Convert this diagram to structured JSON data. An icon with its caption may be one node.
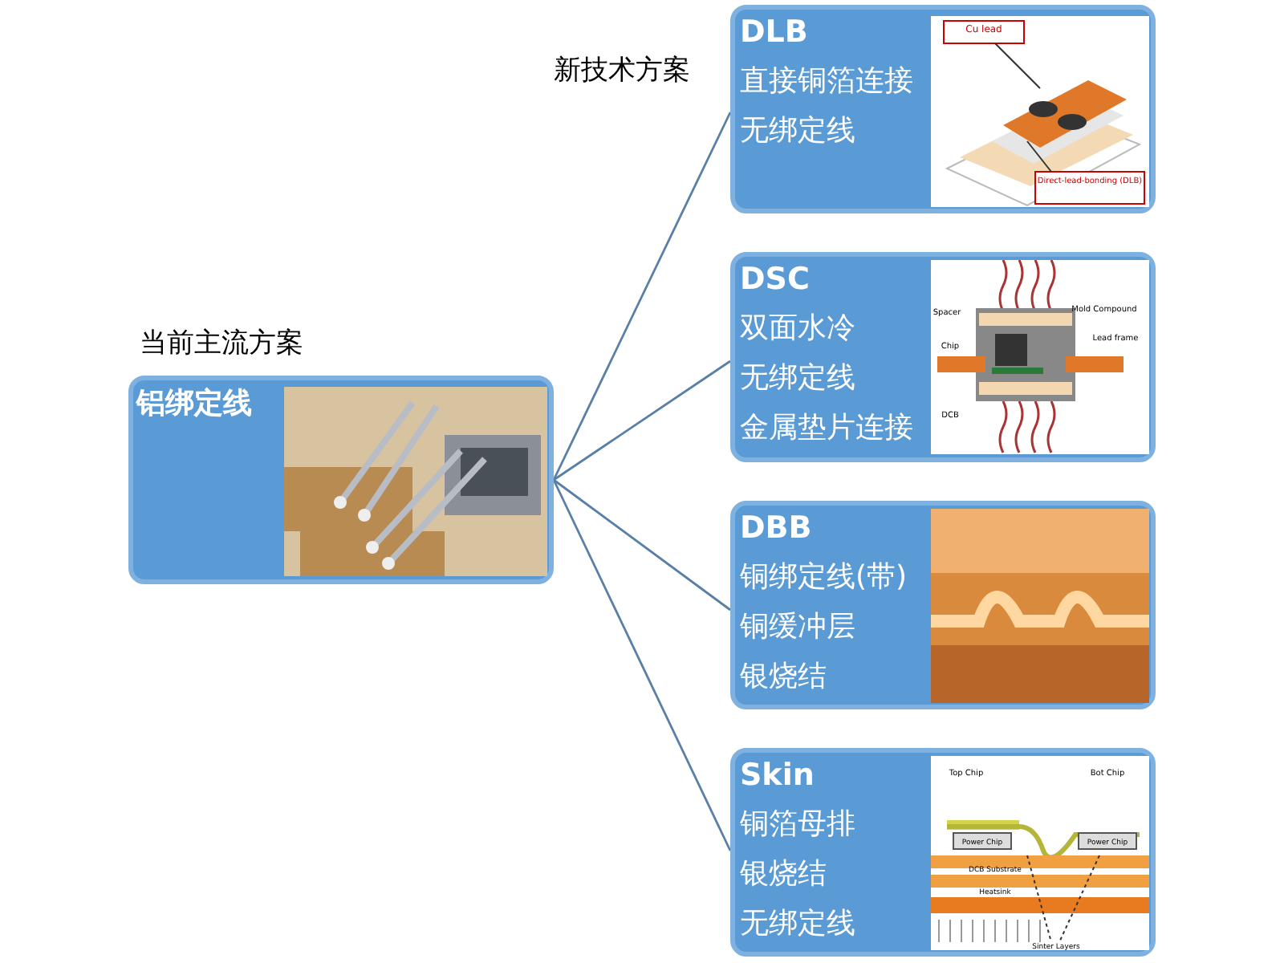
{
  "diagram": {
    "nodes": [
      {
        "text": [
          "当前主流方案",
          "铝绑定线"
        ]
      },
      {
        "text": [
          "DLB",
          "直接铜箔连接",
          "无绑定线"
        ]
      },
      {
        "text": [
          "DSC",
          "双面水冷",
          "无绑定线",
          "金属垫片连接"
        ]
      },
      {
        "text": [
          "DBB",
          "铜绑定线(带)",
          "铜缓冲层",
          "银烧结"
        ]
      },
      {
        "text": [
          "Skin",
          "铜箔母排",
          "银烧结",
          "无绑定线"
        ]
      }
    ],
    "edges": [
      {
        "from": 0,
        "to": 1,
        "arrow": "none"
      },
      {
        "from": 0,
        "to": 2,
        "arrow": "none"
      },
      {
        "from": 0,
        "to": 3,
        "arrow": "none"
      },
      {
        "from": 0,
        "to": 4,
        "arrow": "none"
      }
    ],
    "labels": [
      "新技术方案",
      "Cu lead",
      "Direct-lead-bonding (DLB)",
      "Spacer",
      "Mold Compound",
      "Lead frame",
      "Chip",
      "DCB",
      "Top Chip",
      "Bot Chip",
      "Power Chip",
      "Power Chip",
      "DCB Substrate",
      "Heatsink",
      "Sinter Layers"
    ]
  }
}
